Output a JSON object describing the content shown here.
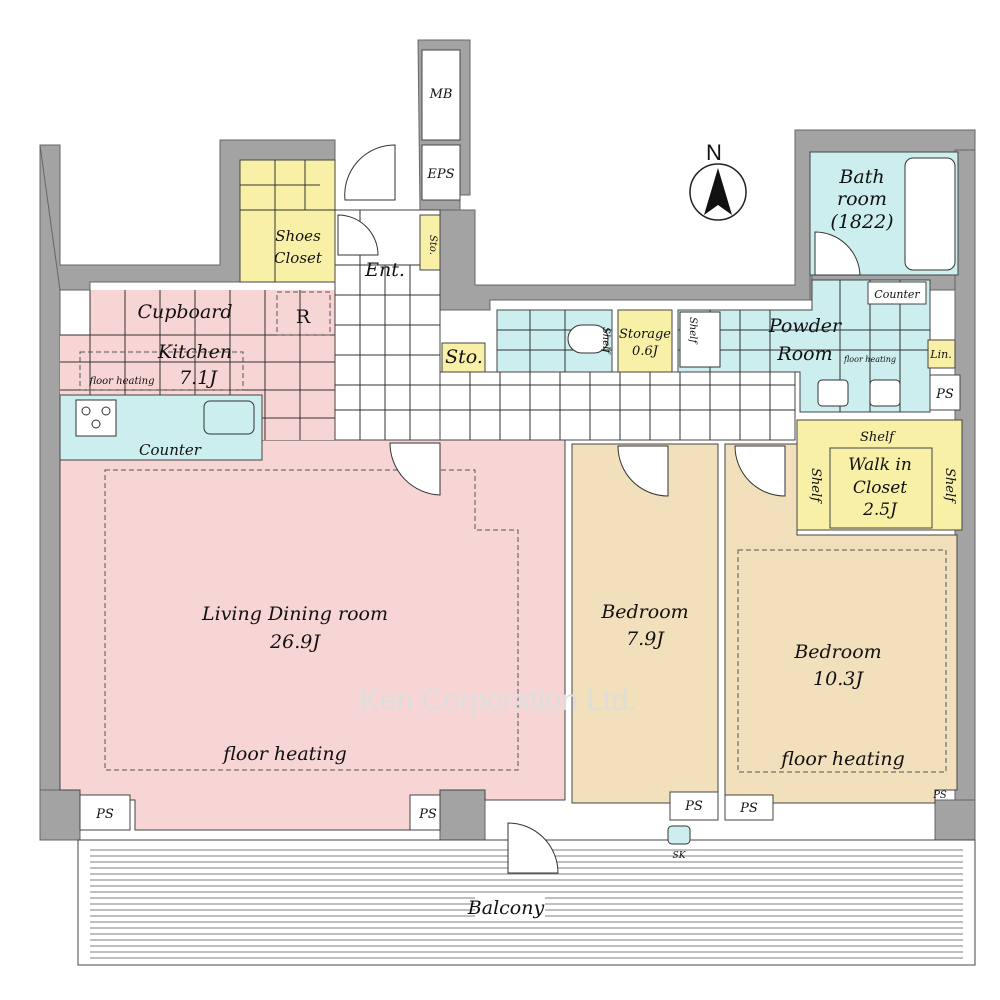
{
  "colors": {
    "wall": "#a3a3a3",
    "living": "#f8d5d5",
    "bedroom": "#f2dfbb",
    "wet": "#cdeeee",
    "storage": "#f7f0a6",
    "hall": "#ffffff"
  },
  "labels": {
    "mb": "MB",
    "eps": "EPS",
    "shoes1": "Shoes",
    "shoes2": "Closet",
    "ent": "Ent.",
    "sto_small": "Sto.",
    "north": "N",
    "bath1": "Bath",
    "bath2": "room",
    "bath3": "(1822)",
    "counter_bath": "Counter",
    "cupboard": "Cupboard",
    "r": "R",
    "kitchen": "Kitchen",
    "kitchen_size": "7.1J",
    "kitchen_heat": "floor heating",
    "counter": "Counter",
    "sto": "Sto.",
    "shelf": "Shelf",
    "storage": "Storage",
    "storage_size": "0.6J",
    "powder1": "Powder",
    "powder2": "Room",
    "powder_heat": "floor heating",
    "lin": "Lin.",
    "ps": "PS",
    "wic_shelf_top": "Shelf",
    "wic1": "Walk in",
    "wic2": "Closet",
    "wic_size": "2.5J",
    "wic_shelf_l": "Shelf",
    "wic_shelf_r": "Shelf",
    "ldr": "Living Dining room",
    "ldr_size": "26.9J",
    "ldr_heat": "floor heating",
    "bed1": "Bedroom",
    "bed1_size": "7.9J",
    "bed2": "Bedroom",
    "bed2_size": "10.3J",
    "bed2_heat": "floor heating",
    "sk": "SK",
    "balcony": "Balcony",
    "watermark": "Ken Corporation Ltd."
  }
}
